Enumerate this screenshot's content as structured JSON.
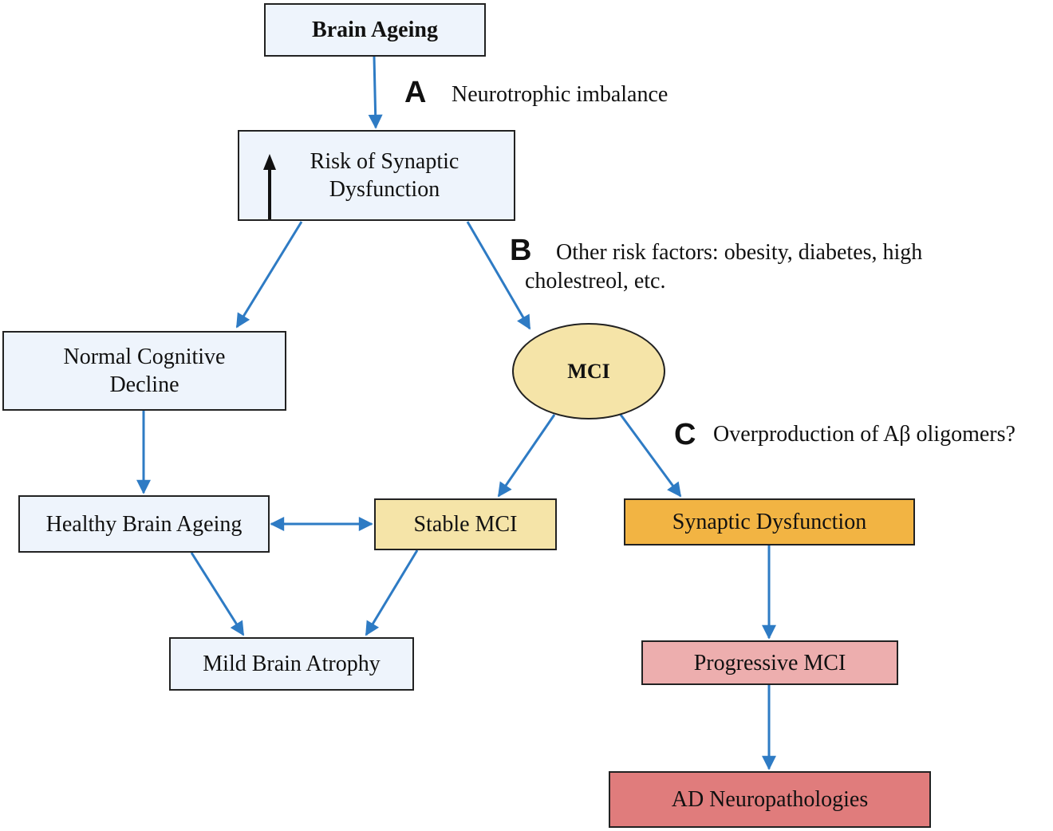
{
  "nodes": {
    "brain_ageing": "Brain Ageing",
    "risk_line1": "Risk of Synaptic",
    "risk_line2": "Dysfunction",
    "normal_line1": "Normal Cognitive",
    "normal_line2": "Decline",
    "mci": "MCI",
    "healthy": "Healthy Brain Ageing",
    "stable": "Stable MCI",
    "synaptic": "Synaptic Dysfunction",
    "atrophy": "Mild Brain Atrophy",
    "progressive": "Progressive MCI",
    "ad": "AD Neuropathologies"
  },
  "labels": {
    "a_letter": "A",
    "a_text": "Neurotrophic imbalance",
    "b_letter": "B",
    "b_text_line1": "Other risk factors: obesity, diabetes, high",
    "b_text_line2": "cholestreol, etc.",
    "c_letter": "C",
    "c_text": "Overproduction of Aβ oligomers?"
  },
  "icons": {
    "risk_indicator": "up-arrow-icon"
  },
  "colors": {
    "edge": "#2e7bc4",
    "node_light": "#eef4fc",
    "node_tan": "#f5e4a8",
    "node_orange": "#f2b443",
    "node_pink": "#edaeae",
    "node_red": "#e07c7c"
  }
}
